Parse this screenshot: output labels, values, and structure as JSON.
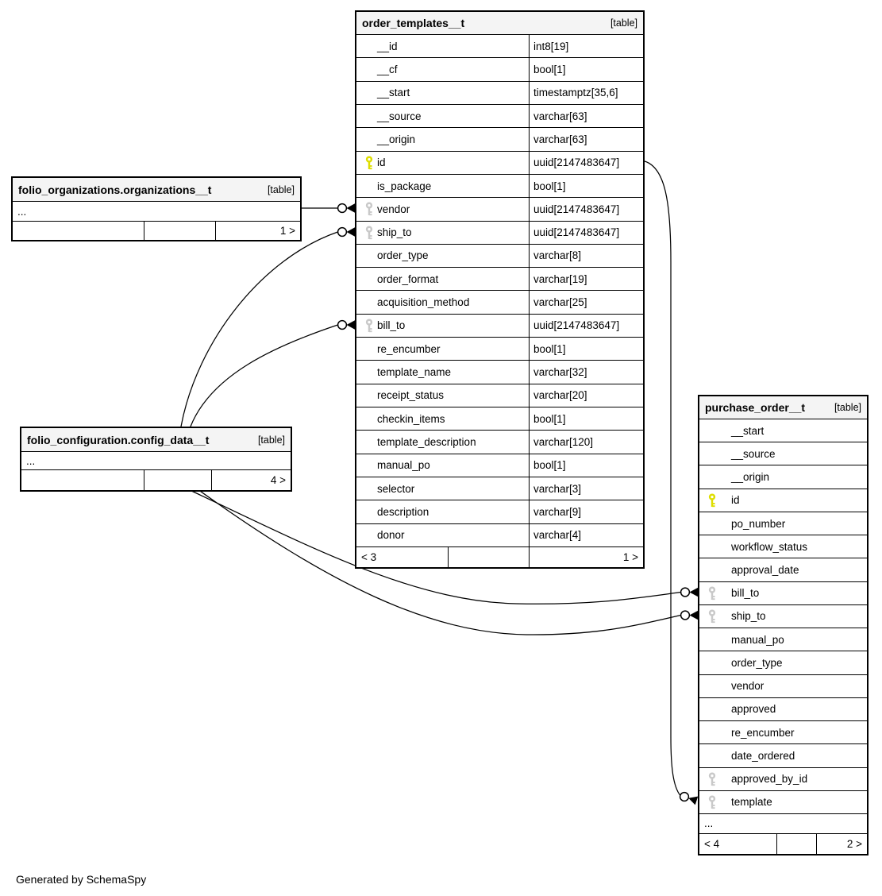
{
  "diagram": {
    "footer_note": "Generated by SchemaSpy",
    "colors": {
      "primary_key": "#dede00",
      "foreign_key": "#c9c9c9",
      "header_bg": "#f4f4f4",
      "border": "#000000",
      "line": "#000000"
    },
    "tables": [
      {
        "title": "folio_organizations.organizations__t",
        "tag": "[table]",
        "columns": [],
        "ellipsis": "...",
        "footer": {
          "left": "",
          "mid": "",
          "right": "1 >"
        }
      },
      {
        "title": "order_templates__t",
        "tag": "[table]",
        "columns": [
          {
            "name": "__id",
            "type": "int8[19]",
            "key": null
          },
          {
            "name": "__cf",
            "type": "bool[1]",
            "key": null
          },
          {
            "name": "__start",
            "type": "timestamptz[35,6]",
            "key": null
          },
          {
            "name": "__source",
            "type": "varchar[63]",
            "key": null
          },
          {
            "name": "__origin",
            "type": "varchar[63]",
            "key": null
          },
          {
            "name": "id",
            "type": "uuid[2147483647]",
            "key": "pk"
          },
          {
            "name": "is_package",
            "type": "bool[1]",
            "key": null
          },
          {
            "name": "vendor",
            "type": "uuid[2147483647]",
            "key": "fk"
          },
          {
            "name": "ship_to",
            "type": "uuid[2147483647]",
            "key": "fk"
          },
          {
            "name": "order_type",
            "type": "varchar[8]",
            "key": null
          },
          {
            "name": "order_format",
            "type": "varchar[19]",
            "key": null
          },
          {
            "name": "acquisition_method",
            "type": "varchar[25]",
            "key": null
          },
          {
            "name": "bill_to",
            "type": "uuid[2147483647]",
            "key": "fk"
          },
          {
            "name": "re_encumber",
            "type": "bool[1]",
            "key": null
          },
          {
            "name": "template_name",
            "type": "varchar[32]",
            "key": null
          },
          {
            "name": "receipt_status",
            "type": "varchar[20]",
            "key": null
          },
          {
            "name": "checkin_items",
            "type": "bool[1]",
            "key": null
          },
          {
            "name": "template_description",
            "type": "varchar[120]",
            "key": null
          },
          {
            "name": "manual_po",
            "type": "bool[1]",
            "key": null
          },
          {
            "name": "selector",
            "type": "varchar[3]",
            "key": null
          },
          {
            "name": "description",
            "type": "varchar[9]",
            "key": null
          },
          {
            "name": "donor",
            "type": "varchar[4]",
            "key": null
          }
        ],
        "ellipsis": null,
        "footer": {
          "left": "< 3",
          "mid": "",
          "right": "1 >"
        }
      },
      {
        "title": "folio_configuration.config_data__t",
        "tag": "[table]",
        "columns": [],
        "ellipsis": "...",
        "footer": {
          "left": "",
          "mid": "",
          "right": "4 >"
        }
      },
      {
        "title": "purchase_order__t",
        "tag": "[table]",
        "columns": [
          {
            "name": "__start",
            "type": null,
            "key": null
          },
          {
            "name": "__source",
            "type": null,
            "key": null
          },
          {
            "name": "__origin",
            "type": null,
            "key": null
          },
          {
            "name": "id",
            "type": null,
            "key": "pk"
          },
          {
            "name": "po_number",
            "type": null,
            "key": null
          },
          {
            "name": "workflow_status",
            "type": null,
            "key": null
          },
          {
            "name": "approval_date",
            "type": null,
            "key": null
          },
          {
            "name": "bill_to",
            "type": null,
            "key": "fk"
          },
          {
            "name": "ship_to",
            "type": null,
            "key": "fk"
          },
          {
            "name": "manual_po",
            "type": null,
            "key": null
          },
          {
            "name": "order_type",
            "type": null,
            "key": null
          },
          {
            "name": "vendor",
            "type": null,
            "key": null
          },
          {
            "name": "approved",
            "type": null,
            "key": null
          },
          {
            "name": "re_encumber",
            "type": null,
            "key": null
          },
          {
            "name": "date_ordered",
            "type": null,
            "key": null
          },
          {
            "name": "approved_by_id",
            "type": null,
            "key": "fk"
          },
          {
            "name": "template",
            "type": null,
            "key": "fk"
          }
        ],
        "ellipsis": "...",
        "footer": {
          "left": "< 4",
          "mid": "",
          "right": "2 >"
        }
      }
    ],
    "relationships": [
      {
        "from": "folio_organizations.organizations__t",
        "to": "order_templates__t.vendor"
      },
      {
        "from": "folio_configuration.config_data__t",
        "to": "order_templates__t.ship_to"
      },
      {
        "from": "folio_configuration.config_data__t",
        "to": "order_templates__t.bill_to"
      },
      {
        "from": "order_templates__t.id",
        "to": "purchase_order__t.template"
      },
      {
        "from": "folio_configuration.config_data__t",
        "to": "purchase_order__t.bill_to"
      },
      {
        "from": "folio_configuration.config_data__t",
        "to": "purchase_order__t.ship_to"
      }
    ]
  }
}
